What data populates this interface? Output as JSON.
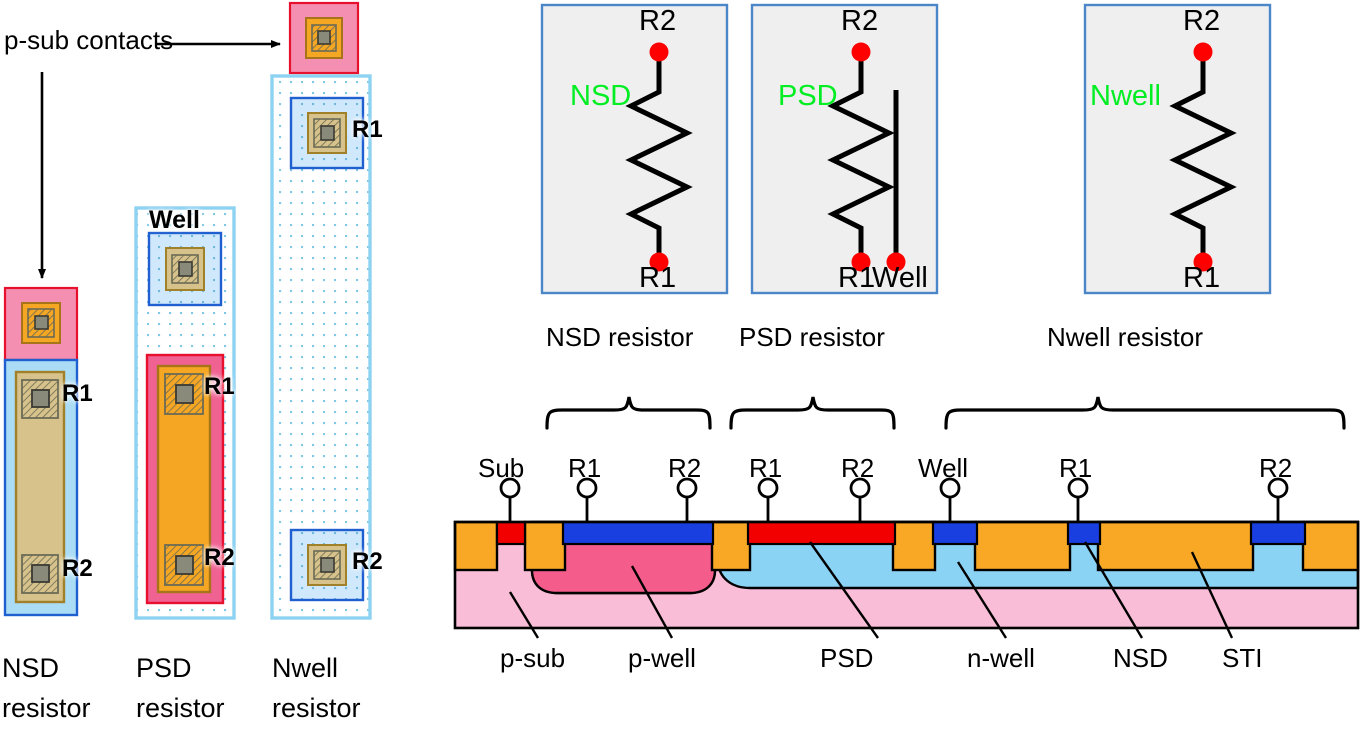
{
  "figure": {
    "title_note": "CMOS integrated resistor layouts, schematics and cross-section",
    "annotation": "p-sub contacts"
  },
  "colors": {
    "nsd_blue_fill": "#aadcf5",
    "nsd_blue_stroke": "#1f5fd0",
    "psd_red_fill": "#f06292",
    "psd_red_stroke": "#e8112d",
    "psub_pink_fill": "#f48fb1",
    "nwell_stroke": "#8ed2f2",
    "nwell_fill": "#ffffff",
    "nwell_dot": "#7fc8e8",
    "poly_orange": "#f5a623",
    "res_khaki": "#d6c28a",
    "res_khaki_stroke": "#a08028",
    "contact_gray": "#8a8a7a",
    "schematic_box_fill": "#efefef",
    "schematic_box_stroke": "#4a86c8",
    "schematic_green": "#00ee22",
    "terminal_red": "#ff0000",
    "xs_metal_orange": "#f9a825",
    "xs_blue": "#1a3fe0",
    "xs_red": "#f20000",
    "xs_pwell": "#f45c8c",
    "xs_nwell": "#8bd3f5",
    "xs_psub": "#f9bdd8",
    "outline": "#000000"
  },
  "layout_views": [
    {
      "id": "nsd",
      "caption_line1": "NSD",
      "caption_line2": "resistor",
      "terminals": [
        "R1",
        "R2"
      ],
      "has_psub_contact": true,
      "has_well_contact": false,
      "body_color": "khaki",
      "region": "NSD over p-sub"
    },
    {
      "id": "psd",
      "caption_line1": "PSD",
      "caption_line2": "resistor",
      "terminals": [
        "R1",
        "R2"
      ],
      "well_label": "Well",
      "has_psub_contact": false,
      "has_well_contact": true,
      "body_color": "orange",
      "region": "PSD inside n-well"
    },
    {
      "id": "nwell",
      "caption_line1": "Nwell",
      "caption_line2": "resistor",
      "terminals": [
        "R1",
        "R2"
      ],
      "has_psub_contact": true,
      "has_well_contact": false,
      "body_color": "nwell",
      "region": "n-well body"
    }
  ],
  "schematics": [
    {
      "id": "nsd",
      "device_label": "NSD",
      "top_terminal": "R2",
      "bottom_terminals": [
        "R1"
      ],
      "has_well_terminal": false,
      "caption": "NSD resistor"
    },
    {
      "id": "psd",
      "device_label": "PSD",
      "top_terminal": "R2",
      "bottom_terminals": [
        "R1",
        "Well"
      ],
      "has_well_terminal": true,
      "caption": "PSD resistor"
    },
    {
      "id": "nwell",
      "device_label": "Nwell",
      "top_terminal": "R2",
      "bottom_terminals": [
        "R1"
      ],
      "has_well_terminal": false,
      "caption": "Nwell resistor"
    }
  ],
  "cross_section": {
    "pin_labels": [
      "Sub",
      "R1",
      "R2",
      "R1",
      "R2",
      "Well",
      "R1",
      "R2"
    ],
    "layer_labels": [
      "p-sub",
      "p-well",
      "PSD",
      "n-well",
      "NSD",
      "STI"
    ],
    "brace_captions": [
      "NSD resistor",
      "PSD resistor",
      "Nwell resistor"
    ]
  }
}
